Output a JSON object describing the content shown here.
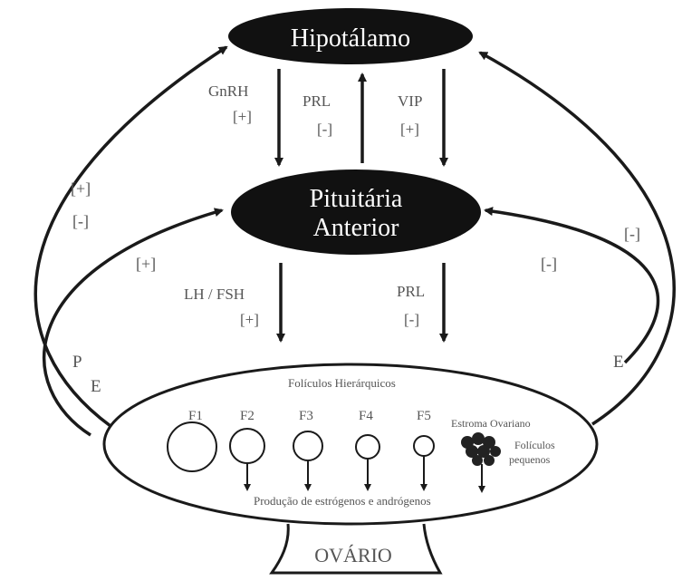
{
  "nodes": {
    "hypothalamus": "Hipotálamo",
    "pituitary_line1": "Pituitária",
    "pituitary_line2": "Anterior",
    "ovary_label": "OVÁRIO"
  },
  "hypothalamus_to_pituitary": {
    "gnrh": "GnRH",
    "gnrh_sign": "[+]",
    "prl": "PRL",
    "prl_sign": "[-]",
    "vip": "VIP",
    "vip_sign": "[+]"
  },
  "pituitary_to_ovary": {
    "lh_fsh": "LH / FSH",
    "lh_fsh_sign": "[+]",
    "prl": "PRL",
    "prl_sign": "[-]"
  },
  "left_feedback": {
    "outer_plus": "[+]",
    "outer_minus": "[-]",
    "inner_plus": "[+]",
    "p_label": "P",
    "e_label": "E"
  },
  "right_feedback": {
    "outer_minus": "[-]",
    "inner_minus": "[-]",
    "e_label": "E"
  },
  "ovary": {
    "follicles_title": "Folículos Hierárquicos",
    "follicles": [
      "F1",
      "F2",
      "F3",
      "F4",
      "F5"
    ],
    "stroma": "Estroma Ovariano",
    "small_follicles_line1": "Folículos",
    "small_follicles_line2": "pequenos",
    "production": "Produção de estrógenos e andrógenos"
  },
  "colors": {
    "node_fill": "#111111",
    "arrow": "#1a1a1a",
    "label": "#555555"
  }
}
